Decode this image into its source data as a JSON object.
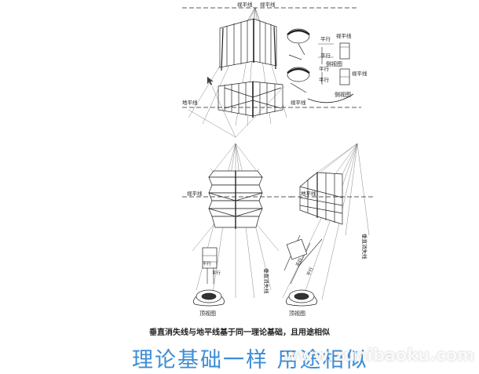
{
  "labels": {
    "eye_horizon": "视平线",
    "horizon": "地平线",
    "parallel": "平行",
    "side_view": "侧视图",
    "vertical_vp_line": "垂直消失线",
    "top_view": "顶视图"
  },
  "caption": "垂直消失线与地平线基于同一理论基础，且用途相似",
  "subtitle": "理论基础一样  用途相似",
  "watermark": "www.zunibaoku.com",
  "colors": {
    "subtitle": "#3c8dd6",
    "line": "#222222"
  }
}
